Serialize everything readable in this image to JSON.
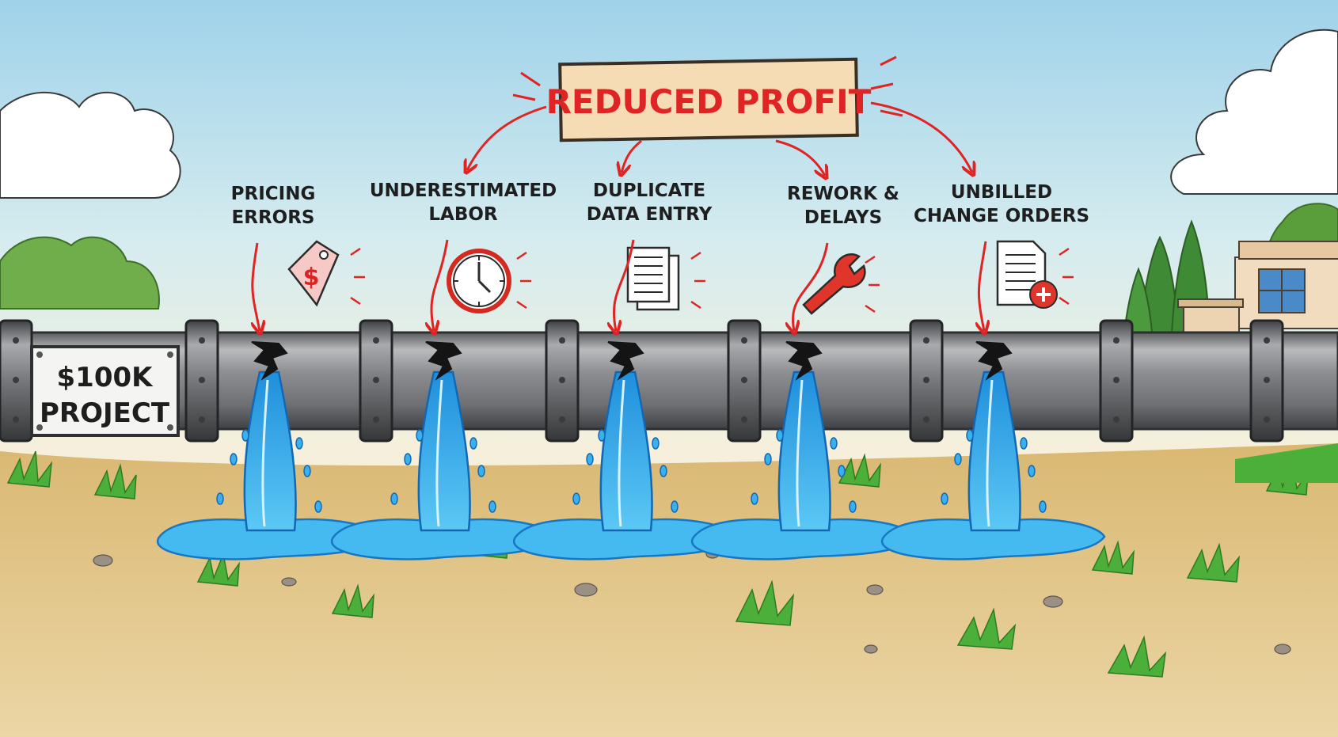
{
  "title": "REDUCED PROFIT",
  "project_label": [
    "$100K",
    "PROJECT"
  ],
  "leaks": [
    {
      "id": "pricing-errors",
      "lines": [
        "PRICING",
        "ERRORS"
      ],
      "icon": "price-tag-icon"
    },
    {
      "id": "underestimated-labor",
      "lines": [
        "UNDERESTIMATED",
        "LABOR"
      ],
      "icon": "clock-icon"
    },
    {
      "id": "duplicate-data-entry",
      "lines": [
        "DUPLICATE",
        "DATA ENTRY"
      ],
      "icon": "documents-icon"
    },
    {
      "id": "rework-delays",
      "lines": [
        "REWORK &",
        "DELAYS"
      ],
      "icon": "wrench-icon"
    },
    {
      "id": "unbilled-change-orders",
      "lines": [
        "UNBILLED",
        "CHANGE ORDERS"
      ],
      "icon": "document-plus-icon"
    }
  ],
  "colors": {
    "sky": "#bfe1ee",
    "ground": "#e3c48a",
    "pipe": "#7f8184",
    "pipe_dark": "#4d4f52",
    "water": "#3ab0ec",
    "accent_red": "#e02424",
    "sign": "#f6dcb4",
    "grass": "#4caf3a"
  }
}
